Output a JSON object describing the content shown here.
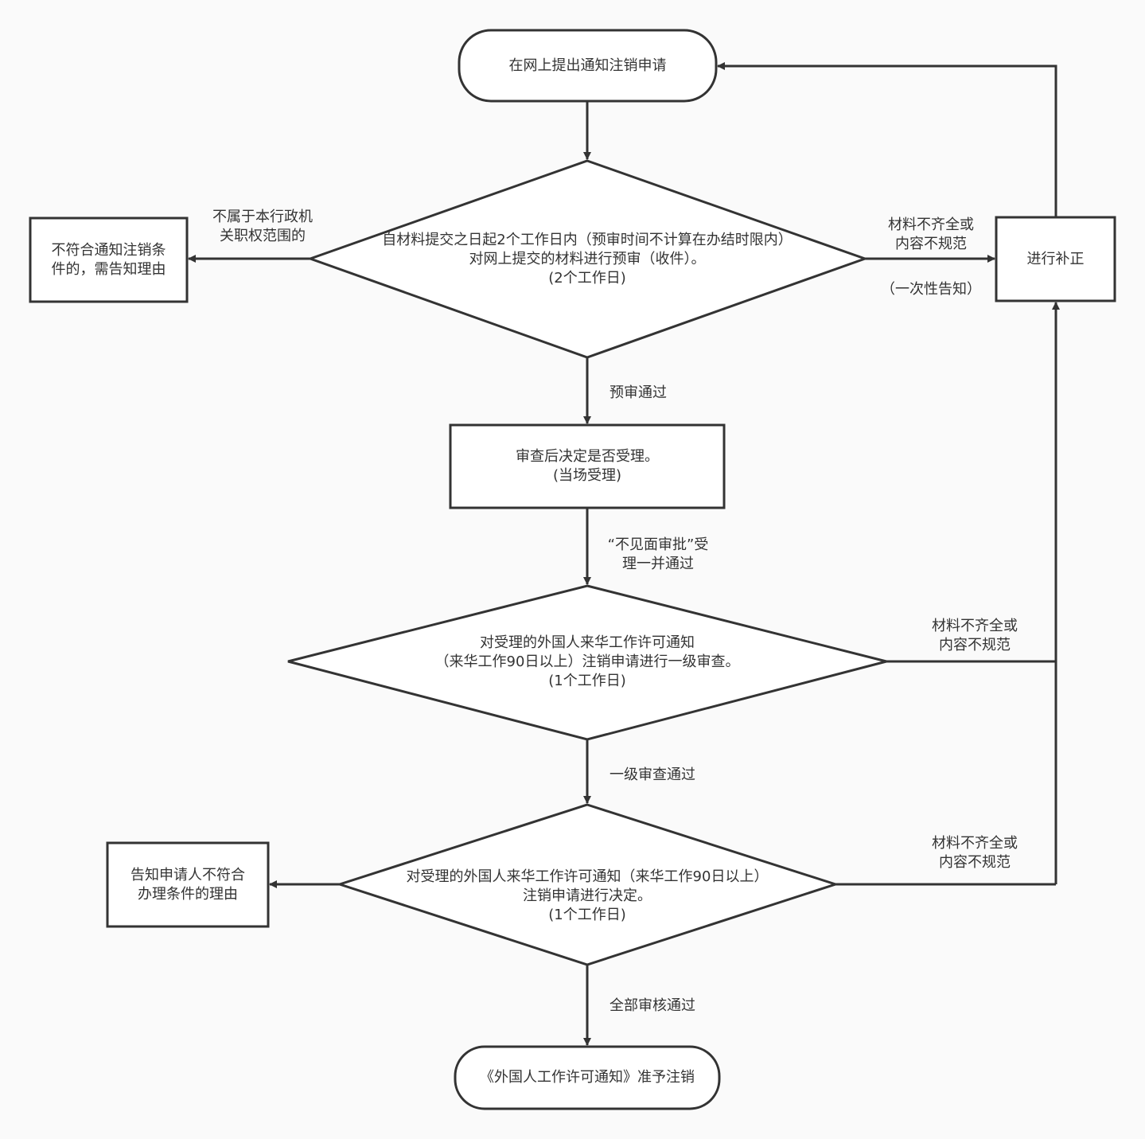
{
  "colors": {
    "background": "#fafafa",
    "stroke": "#333333",
    "fill": "#ffffff"
  },
  "nodes": {
    "start": {
      "line1": "在网上提出通知注销申请"
    },
    "precheck": {
      "line1": "自材料提交之日起2个工作日内（预审时间不计算在办结时限内）",
      "line2": "对网上提交的材料进行预审（收件）。",
      "line3": "(2个工作日)"
    },
    "reject_left": {
      "line1": "不符合通知注销条",
      "line2": "件的，需告知理由"
    },
    "supplement": {
      "line1": "进行补正"
    },
    "accept": {
      "line1": "审查后决定是否受理。",
      "line2": "(当场受理)"
    },
    "review1": {
      "line1": "对受理的外国人来华工作许可通知",
      "line2": "（来华工作90日以上）注销申请进行一级审查。",
      "line3": "(1个工作日)"
    },
    "decision": {
      "line1": "对受理的外国人来华工作许可通知（来华工作90日以上）",
      "line2": "注销申请进行决定。",
      "line3": "(1个工作日)"
    },
    "notify_reject": {
      "line1": "告知申请人不符合",
      "line2": "办理条件的理由"
    },
    "end": {
      "line1": "《外国人工作许可通知》准予注销"
    }
  },
  "edge_labels": {
    "not_in_scope": {
      "line1": "不属于本行政机",
      "line2": "关职权范围的"
    },
    "incomplete_1": {
      "line1": "材料不齐全或",
      "line2": "内容不规范"
    },
    "one_time_notice": {
      "line1": "（一次性告知）"
    },
    "precheck_pass": {
      "line1": "预审通过"
    },
    "accept_pass": {
      "line1": "“不见面审批”受",
      "line2": "理一并通过"
    },
    "incomplete_2": {
      "line1": "材料不齐全或",
      "line2": "内容不规范"
    },
    "review1_pass": {
      "line1": "一级审查通过"
    },
    "incomplete_3": {
      "line1": "材料不齐全或",
      "line2": "内容不规范"
    },
    "all_pass": {
      "line1": "全部审核通过"
    }
  }
}
